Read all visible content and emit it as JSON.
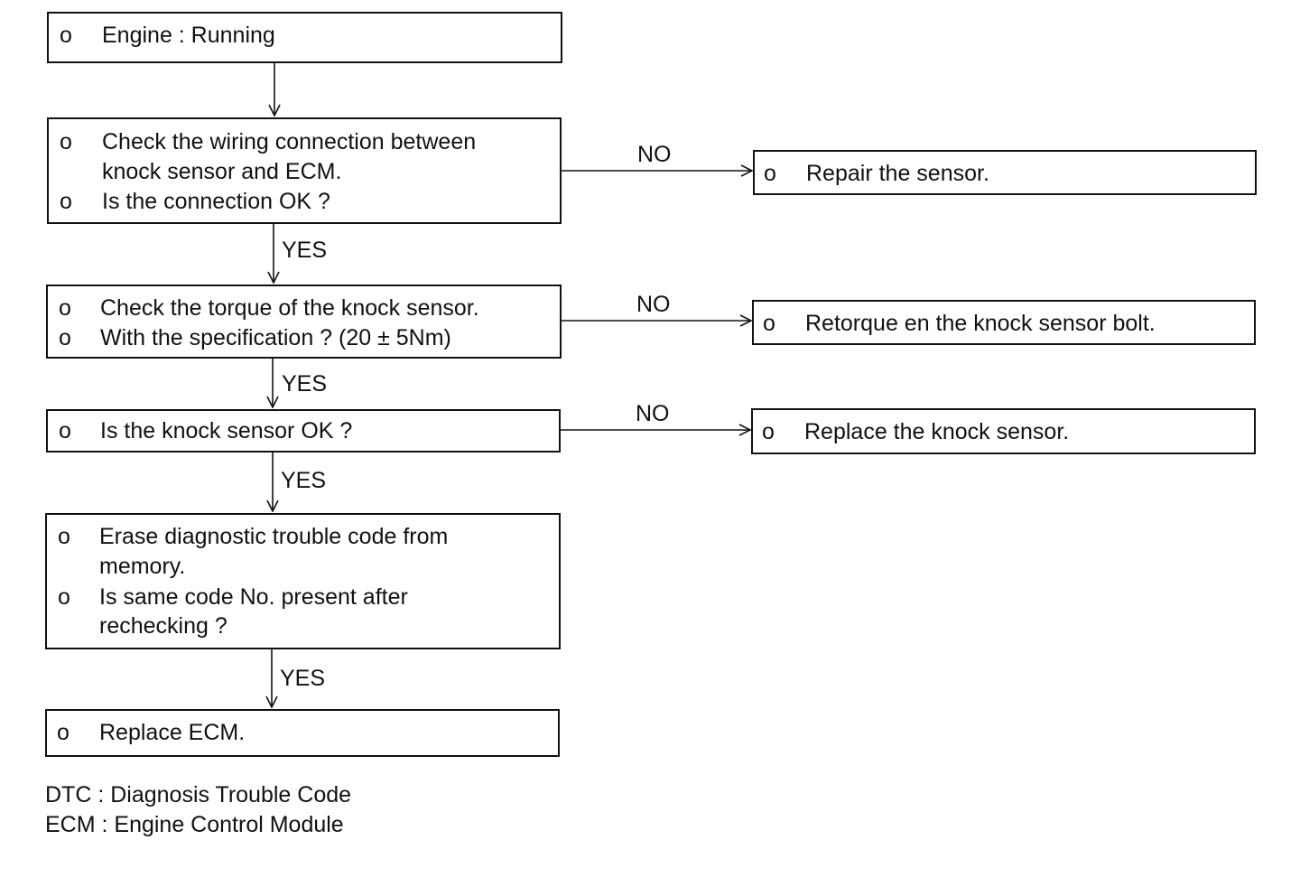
{
  "bullet": "o",
  "steps": {
    "engine": {
      "lines": [
        "Engine : Running"
      ]
    },
    "wiring": {
      "items": [
        [
          "Check the wiring connection between",
          "knock sensor and ECM."
        ],
        [
          "Is the connection OK ?"
        ]
      ]
    },
    "torque": {
      "items": [
        [
          "Check the torque of the knock sensor."
        ],
        [
          "With the specification ? (20 ± 5Nm)"
        ]
      ]
    },
    "sensor": {
      "items": [
        [
          "Is the knock sensor OK ?"
        ]
      ]
    },
    "erase": {
      "items": [
        [
          "Erase diagnostic trouble code from",
          "memory."
        ],
        [
          "Is same code No. present after",
          "rechecking ?"
        ]
      ]
    },
    "replace_ecm": {
      "items": [
        [
          "Replace ECM."
        ]
      ]
    }
  },
  "actions": {
    "repair_sensor": "Repair the sensor.",
    "retorque": "Retorque en the knock sensor bolt.",
    "replace_sensor": "Replace the knock sensor."
  },
  "labels": {
    "yes": "YES",
    "no": "NO"
  },
  "legend": [
    "DTC : Diagnosis Trouble Code",
    "ECM : Engine Control Module"
  ]
}
